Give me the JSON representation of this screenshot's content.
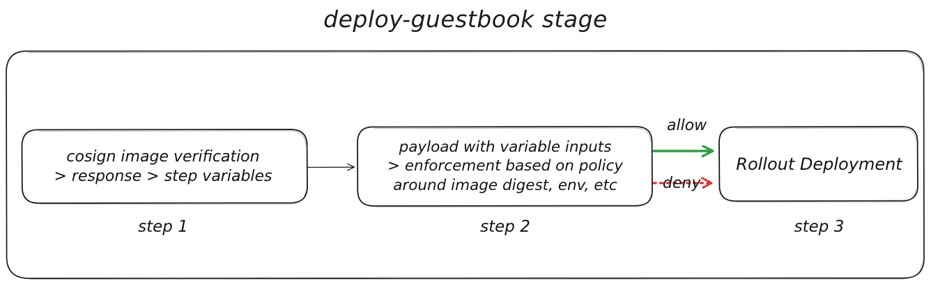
{
  "diagram": {
    "title": "deploy-guestbook stage",
    "container_name": "stage-container",
    "colors": {
      "stroke": "#1a1a1a",
      "allow": "#2e9e44",
      "deny": "#e03030",
      "background": "#ffffff"
    },
    "nodes": [
      {
        "id": "step-1",
        "step_label": "step 1",
        "lines": [
          "cosign image verification",
          "> response > step variables"
        ]
      },
      {
        "id": "step-2",
        "step_label": "step 2",
        "lines": [
          "payload with variable inputs",
          "> enforcement based on policy",
          "around image digest, env, etc"
        ]
      },
      {
        "id": "step-3",
        "step_label": "step 3",
        "lines": [
          "Rollout Deployment"
        ]
      }
    ],
    "edges": [
      {
        "id": "edge-1-2",
        "label": "",
        "style": "solid",
        "color": "#1a1a1a"
      },
      {
        "id": "edge-allow",
        "label": "allow",
        "style": "solid",
        "color": "#2e9e44"
      },
      {
        "id": "edge-deny",
        "label": "deny",
        "style": "dotted",
        "color": "#e03030"
      }
    ]
  }
}
